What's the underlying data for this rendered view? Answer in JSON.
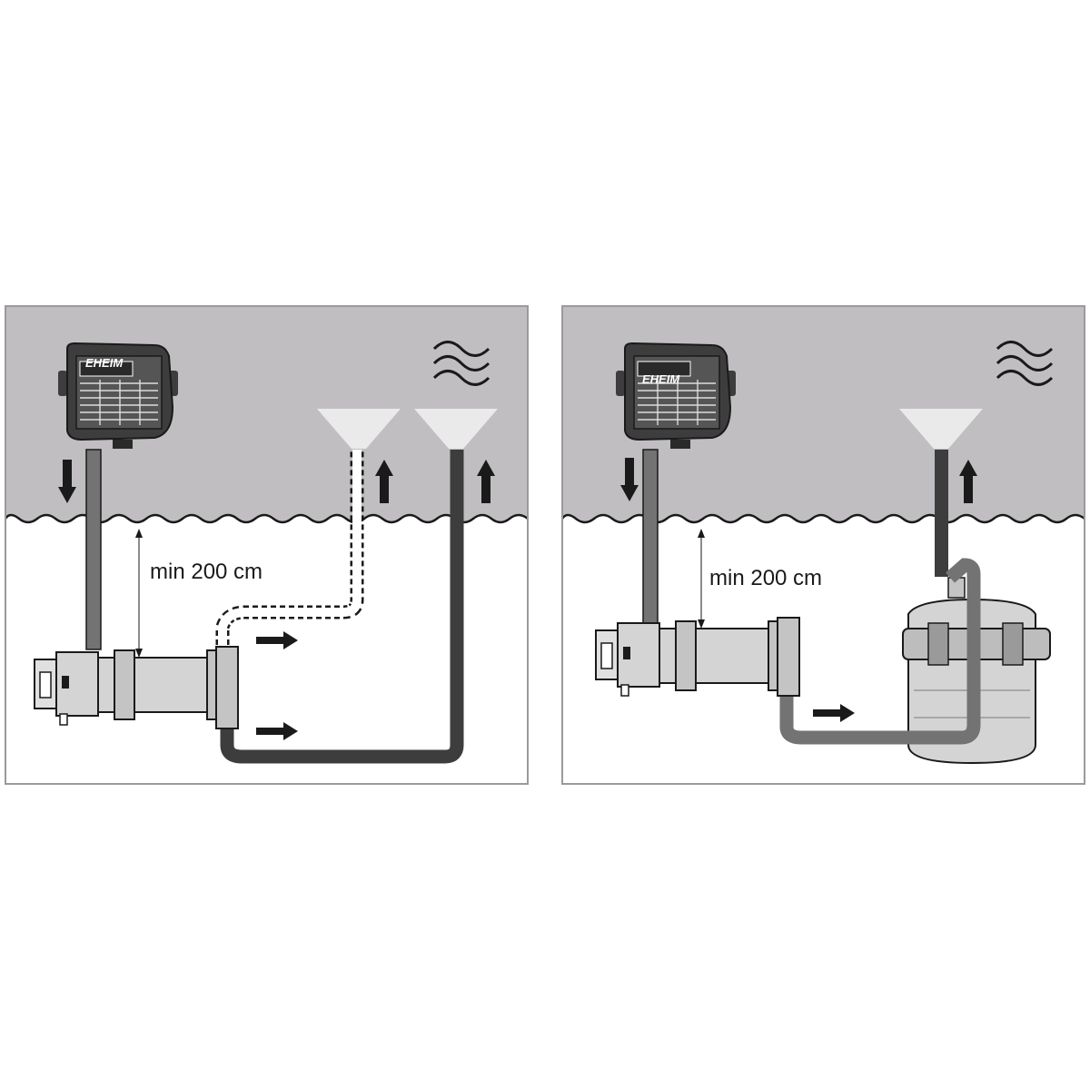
{
  "colors": {
    "water": "#c0bec1",
    "ground": "#ffffff",
    "frame": "#9a9a9a",
    "dark_hose": "#3d3d3d",
    "mid_hose": "#737373",
    "device_body": "#d4d4d4",
    "outline": "#1a1a1a"
  },
  "left_panel": {
    "height_label": "min 200 cm",
    "pump_logo": "EHEIM",
    "icons": [
      "pump-icon",
      "heater-pipe-icon",
      "funnel-icon",
      "funnel-icon",
      "wave-icon",
      "arrow-down-icon",
      "arrow-up-icon",
      "arrow-right-icon"
    ]
  },
  "right_panel": {
    "height_label": "min 200 cm",
    "pump_logo": "EHEIM",
    "icons": [
      "pump-icon",
      "heater-pipe-icon",
      "funnel-icon",
      "pond-filter-icon",
      "wave-icon",
      "arrow-down-icon",
      "arrow-up-icon",
      "arrow-right-icon"
    ]
  }
}
